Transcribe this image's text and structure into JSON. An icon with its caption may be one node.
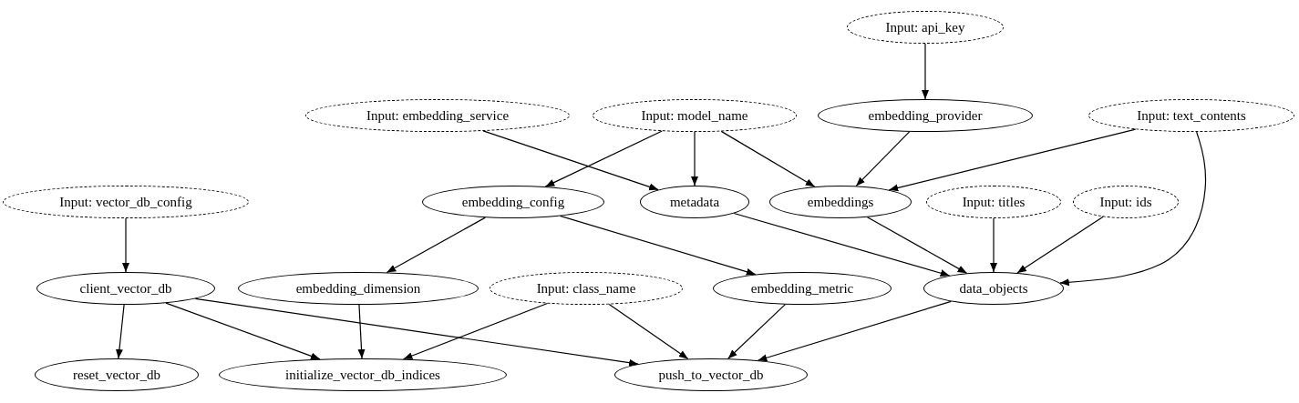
{
  "diagram": {
    "nodes": [
      {
        "text": [
          "Input: api_key"
        ]
      },
      {
        "text": [
          "Input: embedding_service"
        ]
      },
      {
        "text": [
          "Input: model_name"
        ]
      },
      {
        "text": [
          "embedding_provider"
        ]
      },
      {
        "text": [
          "Input: text_contents"
        ]
      },
      {
        "text": [
          "Input: vector_db_config"
        ]
      },
      {
        "text": [
          "embedding_config"
        ]
      },
      {
        "text": [
          "metadata"
        ]
      },
      {
        "text": [
          "embeddings"
        ]
      },
      {
        "text": [
          "Input: titles"
        ]
      },
      {
        "text": [
          "Input: ids"
        ]
      },
      {
        "text": [
          "client_vector_db"
        ]
      },
      {
        "text": [
          "embedding_dimension"
        ]
      },
      {
        "text": [
          "Input: class_name"
        ]
      },
      {
        "text": [
          "embedding_metric"
        ]
      },
      {
        "text": [
          "data_objects"
        ]
      },
      {
        "text": [
          "reset_vector_db"
        ]
      },
      {
        "text": [
          "initialize_vector_db_indices"
        ]
      },
      {
        "text": [
          "push_to_vector_db"
        ]
      }
    ],
    "edges": [
      {
        "from": 0,
        "to": 3,
        "arrow": "to"
      },
      {
        "from": 1,
        "to": 7,
        "arrow": "to"
      },
      {
        "from": 2,
        "to": 6,
        "arrow": "to"
      },
      {
        "from": 2,
        "to": 7,
        "arrow": "to"
      },
      {
        "from": 2,
        "to": 8,
        "arrow": "to"
      },
      {
        "from": 3,
        "to": 8,
        "arrow": "to"
      },
      {
        "from": 4,
        "to": 8,
        "arrow": "to"
      },
      {
        "from": 4,
        "to": 15,
        "arrow": "to"
      },
      {
        "from": 5,
        "to": 11,
        "arrow": "to"
      },
      {
        "from": 6,
        "to": 12,
        "arrow": "to"
      },
      {
        "from": 6,
        "to": 14,
        "arrow": "to"
      },
      {
        "from": 7,
        "to": 15,
        "arrow": "to"
      },
      {
        "from": 8,
        "to": 15,
        "arrow": "to"
      },
      {
        "from": 9,
        "to": 15,
        "arrow": "to"
      },
      {
        "from": 10,
        "to": 15,
        "arrow": "to"
      },
      {
        "from": 11,
        "to": 16,
        "arrow": "to"
      },
      {
        "from": 11,
        "to": 17,
        "arrow": "to"
      },
      {
        "from": 11,
        "to": 18,
        "arrow": "to"
      },
      {
        "from": 12,
        "to": 17,
        "arrow": "to"
      },
      {
        "from": 13,
        "to": 17,
        "arrow": "to"
      },
      {
        "from": 13,
        "to": 18,
        "arrow": "to"
      },
      {
        "from": 14,
        "to": 18,
        "arrow": "to"
      },
      {
        "from": 15,
        "to": 18,
        "arrow": "to"
      }
    ]
  }
}
